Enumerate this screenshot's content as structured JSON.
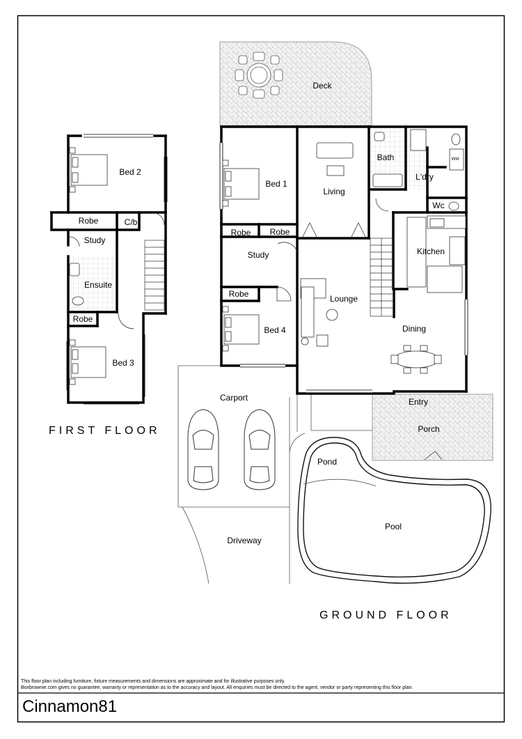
{
  "ground_floor": {
    "title": "GROUND FLOOR",
    "rooms": {
      "deck": "Deck",
      "bed1": "Bed 1",
      "living": "Living",
      "bath": "Bath",
      "laundry": "L'dry",
      "wm": "WM",
      "wc": "Wc",
      "robe_a": "Robe",
      "robe_b": "Robe",
      "study": "Study",
      "kitchen": "Kitchen",
      "robe_c": "Robe",
      "lounge": "Lounge",
      "bed4": "Bed 4",
      "dining": "Dining",
      "carport": "Carport",
      "entry": "Entry",
      "porch": "Porch",
      "pond": "Pond",
      "pool": "Pool",
      "driveway": "Driveway"
    }
  },
  "first_floor": {
    "title": "FIRST FLOOR",
    "rooms": {
      "bed2": "Bed 2",
      "robe_a": "Robe",
      "cb": "C/b",
      "study": "Study",
      "ensuite": "Ensuite",
      "robe_b": "Robe",
      "bed3": "Bed 3"
    }
  },
  "footer": {
    "disclaimer_line1": "This floor plan including furniture, fixture measurements and dimensions are approximate and for illustrative purposes only.",
    "disclaimer_line2": "Boxbrownie.com gives no guarantee, warranty or representation as to the accuracy and layout. All enquiries must be directed to the agent, vendor or party representing this floor plan.",
    "brand": "Cinnamon81"
  }
}
